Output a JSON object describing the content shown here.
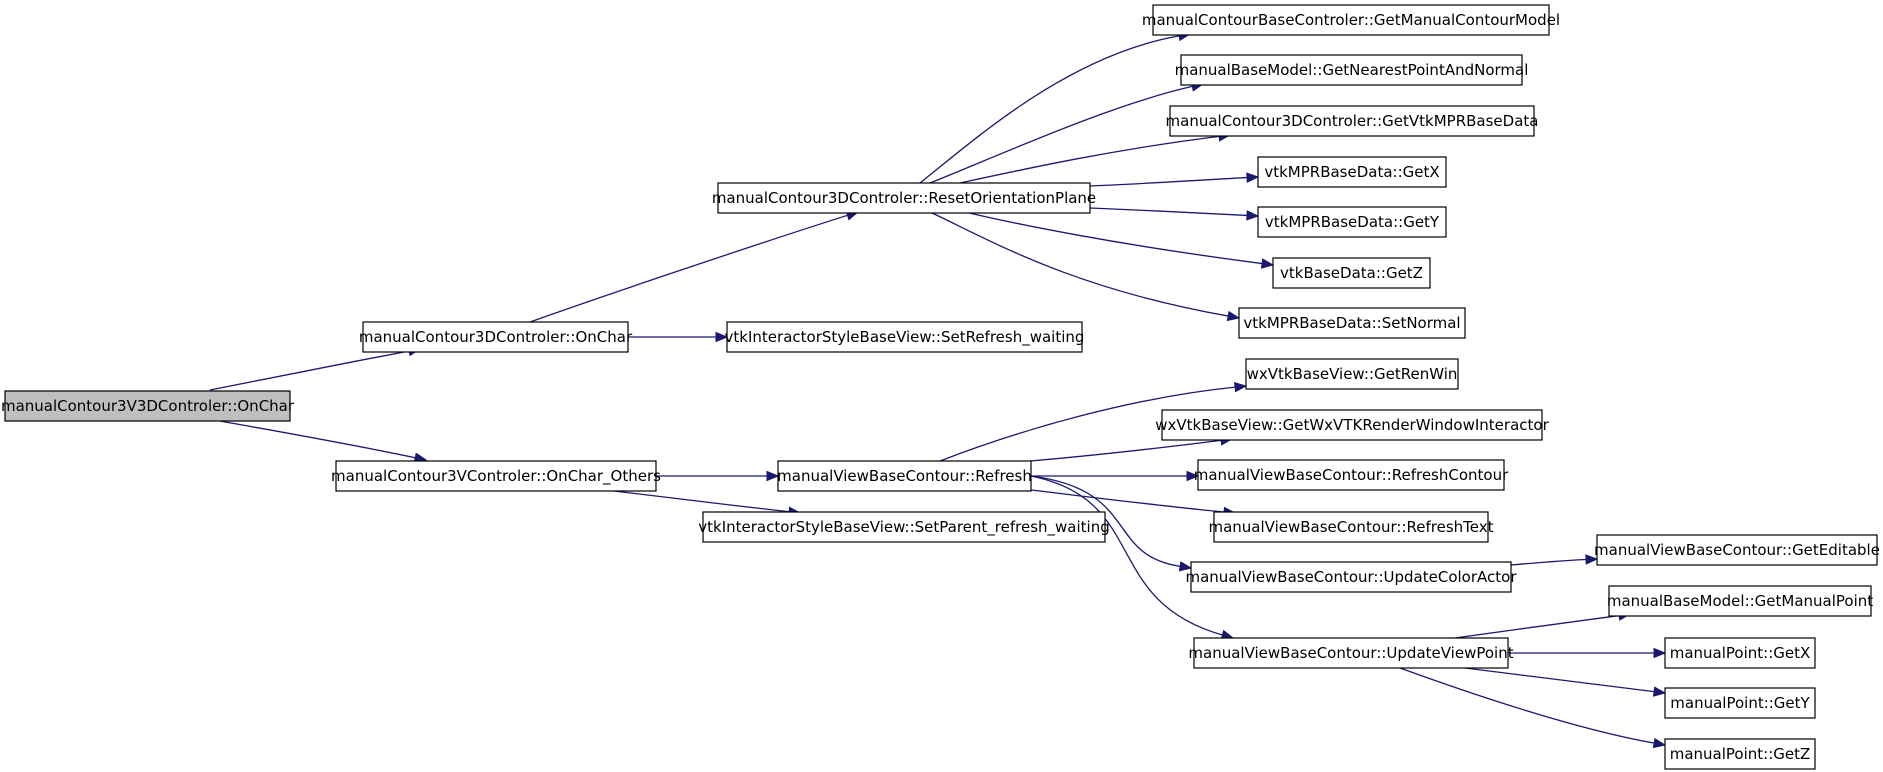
{
  "graph": {
    "nodes": [
      {
        "id": "root",
        "label": "manualContour3V3DControler::OnChar"
      },
      {
        "id": "onchar3d",
        "label": "manualContour3DControler::OnChar"
      },
      {
        "id": "charothers",
        "label": "manualContour3VControler::OnChar_Others"
      },
      {
        "id": "resetplane",
        "label": "manualContour3DControler::ResetOrientationPlane"
      },
      {
        "id": "setrefresh",
        "label": "vtkInteractorStyleBaseView::SetRefresh_waiting"
      },
      {
        "id": "refresh",
        "label": "manualViewBaseContour::Refresh"
      },
      {
        "id": "setparent",
        "label": "vtkInteractorStyleBaseView::SetParent_refresh_waiting"
      },
      {
        "id": "getmodel",
        "label": "manualContourBaseControler::GetManualContourModel"
      },
      {
        "id": "nearest",
        "label": "manualBaseModel::GetNearestPointAndNormal"
      },
      {
        "id": "getmpr",
        "label": "manualContour3DControler::GetVtkMPRBaseData"
      },
      {
        "id": "mprx",
        "label": "vtkMPRBaseData::GetX"
      },
      {
        "id": "mpry",
        "label": "vtkMPRBaseData::GetY"
      },
      {
        "id": "basez",
        "label": "vtkBaseData::GetZ"
      },
      {
        "id": "setnormal",
        "label": "vtkMPRBaseData::SetNormal"
      },
      {
        "id": "renwin",
        "label": "wxVtkBaseView::GetRenWin"
      },
      {
        "id": "wxinteractor",
        "label": "wxVtkBaseView::GetWxVTKRenderWindowInteractor"
      },
      {
        "id": "refreshcontour",
        "label": "manualViewBaseContour::RefreshContour"
      },
      {
        "id": "refreshtext",
        "label": "manualViewBaseContour::RefreshText"
      },
      {
        "id": "colorActor",
        "label": "manualViewBaseContour::UpdateColorActor"
      },
      {
        "id": "viewpoint",
        "label": "manualViewBaseContour::UpdateViewPoint"
      },
      {
        "id": "editable",
        "label": "manualViewBaseContour::GetEditable"
      },
      {
        "id": "manualpoint",
        "label": "manualBaseModel::GetManualPoint"
      },
      {
        "id": "px",
        "label": "manualPoint::GetX"
      },
      {
        "id": "py",
        "label": "manualPoint::GetY"
      },
      {
        "id": "pz",
        "label": "manualPoint::GetZ"
      }
    ],
    "edges": [
      [
        "root",
        "onchar3d"
      ],
      [
        "root",
        "charothers"
      ],
      [
        "onchar3d",
        "resetplane"
      ],
      [
        "onchar3d",
        "setrefresh"
      ],
      [
        "resetplane",
        "getmodel"
      ],
      [
        "resetplane",
        "nearest"
      ],
      [
        "resetplane",
        "getmpr"
      ],
      [
        "resetplane",
        "mprx"
      ],
      [
        "resetplane",
        "mpry"
      ],
      [
        "resetplane",
        "basez"
      ],
      [
        "resetplane",
        "setnormal"
      ],
      [
        "charothers",
        "refresh"
      ],
      [
        "charothers",
        "setparent"
      ],
      [
        "refresh",
        "renwin"
      ],
      [
        "refresh",
        "wxinteractor"
      ],
      [
        "refresh",
        "refreshcontour"
      ],
      [
        "refresh",
        "refreshtext"
      ],
      [
        "refresh",
        "colorActor"
      ],
      [
        "refresh",
        "viewpoint"
      ],
      [
        "colorActor",
        "editable"
      ],
      [
        "viewpoint",
        "manualpoint"
      ],
      [
        "viewpoint",
        "px"
      ],
      [
        "viewpoint",
        "py"
      ],
      [
        "viewpoint",
        "pz"
      ]
    ]
  },
  "colors": {
    "edge": "#191970",
    "root_fill": "#bfbfbf",
    "node_fill": "#ffffff",
    "border": "#000000"
  }
}
